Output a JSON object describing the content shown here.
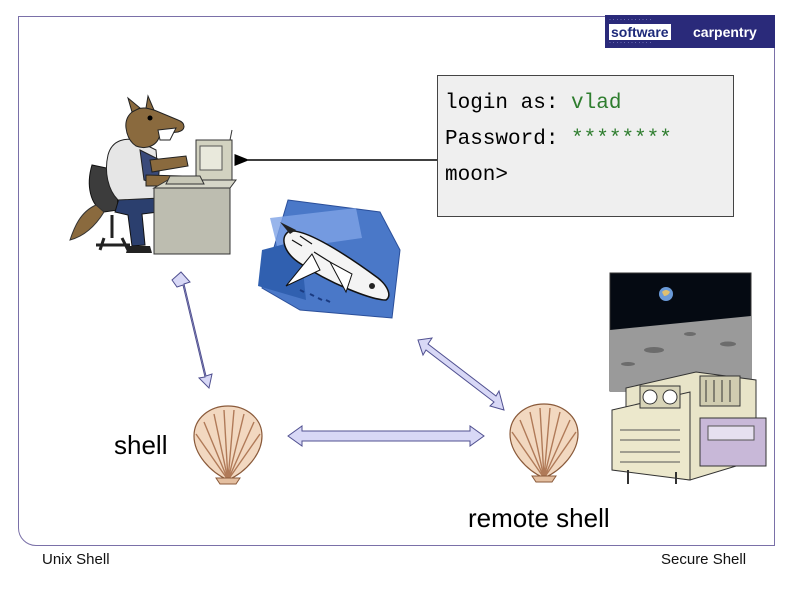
{
  "logo": {
    "word1": "software",
    "word2": "carpentry"
  },
  "terminal": {
    "lines": [
      {
        "prompt": "login as: ",
        "value": "vlad"
      },
      {
        "prompt": "Password: ",
        "value": "********"
      },
      {
        "prompt": "moon>",
        "value": ""
      }
    ]
  },
  "labels": {
    "shell": "shell",
    "remote_shell": "remote shell"
  },
  "footer": {
    "left": "Unix Shell",
    "right": "Secure Shell"
  },
  "colors": {
    "frame": "#7a70a8",
    "arrow_fill": "#d8d8f6",
    "arrow_stroke": "#505090",
    "terminal_bg": "#efefef",
    "terminal_value": "#2e7d2e"
  },
  "icons": [
    "wolf-at-computer-icon",
    "space-shuttle-icon",
    "seashell-icon",
    "moon-base-icon"
  ]
}
